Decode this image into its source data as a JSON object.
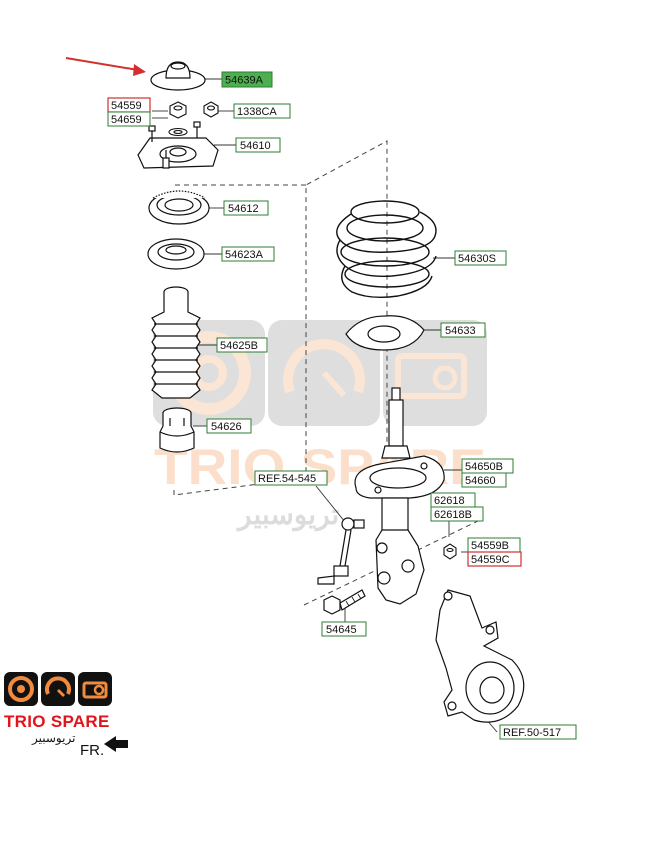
{
  "watermark": {
    "brand": "TRIO SPARE",
    "arabic": "تريوسبير"
  },
  "logo": {
    "brand": "TRIO SPARE",
    "arabic": "تريوسبير"
  },
  "direction_label": "FR.",
  "colors": {
    "green_fill": "#4caf50",
    "green_border": "#2e7d32",
    "red_border": "#d32f2f",
    "brand_red": "#e2131b",
    "watermark_orange": "#f4a46b",
    "watermark_gray": "#9e9e9e"
  },
  "labels": [
    {
      "id": "54639A",
      "text": "54639A",
      "style": "highlight"
    },
    {
      "id": "54559-top",
      "text": "54559",
      "style": "red"
    },
    {
      "id": "54659",
      "text": "54659",
      "style": "green"
    },
    {
      "id": "1338CA",
      "text": "1338CA",
      "style": "green"
    },
    {
      "id": "54610",
      "text": "54610",
      "style": "green"
    },
    {
      "id": "54612",
      "text": "54612",
      "style": "green"
    },
    {
      "id": "54623A",
      "text": "54623A",
      "style": "green"
    },
    {
      "id": "54630S",
      "text": "54630S",
      "style": "green"
    },
    {
      "id": "54633",
      "text": "54633",
      "style": "green"
    },
    {
      "id": "54625B",
      "text": "54625B",
      "style": "green"
    },
    {
      "id": "54626",
      "text": "54626",
      "style": "green"
    },
    {
      "id": "54650B",
      "text": "54650B",
      "style": "green"
    },
    {
      "id": "54660",
      "text": "54660",
      "style": "green"
    },
    {
      "id": "REF.54-545",
      "text": "REF.54-545",
      "style": "green"
    },
    {
      "id": "62618",
      "text": "62618",
      "style": "green"
    },
    {
      "id": "62618B",
      "text": "62618B",
      "style": "green"
    },
    {
      "id": "54559B",
      "text": "54559B",
      "style": "green"
    },
    {
      "id": "54559C",
      "text": "54559C",
      "style": "red"
    },
    {
      "id": "54645",
      "text": "54645",
      "style": "green"
    },
    {
      "id": "REF.50-517",
      "text": "REF.50-517",
      "style": "green"
    }
  ]
}
